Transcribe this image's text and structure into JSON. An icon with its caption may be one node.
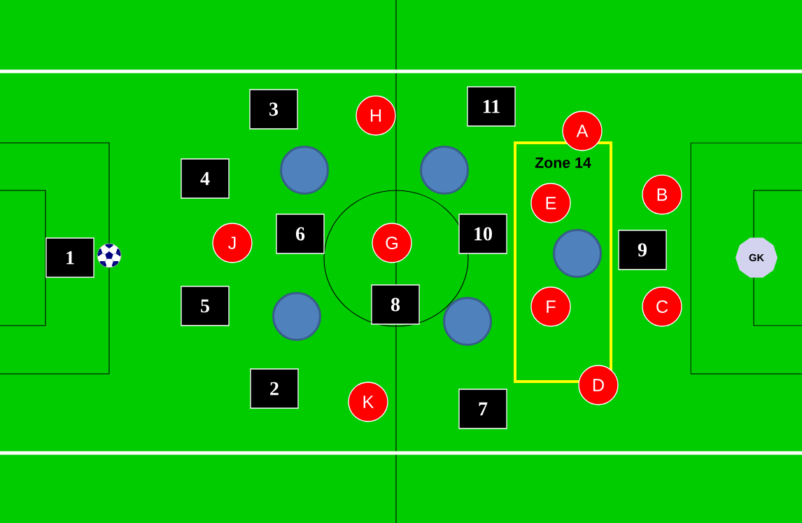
{
  "diagram": {
    "nodes": [
      {
        "text": [
          "3"
        ]
      },
      {
        "text": [
          "11"
        ]
      },
      {
        "text": [
          "H"
        ]
      },
      {
        "text": [
          "A"
        ]
      },
      {
        "text": [
          "Zone 14"
        ]
      },
      {
        "text": [],
        "shape": "circle"
      },
      {
        "text": [],
        "shape": "circle"
      },
      {
        "text": [
          "4"
        ]
      },
      {
        "text": [
          "B"
        ]
      },
      {
        "text": [
          "E"
        ],
        "in": 4
      },
      {
        "text": [
          "6"
        ]
      },
      {
        "text": [
          "10"
        ]
      },
      {
        "text": [
          "J"
        ]
      },
      {
        "text": [
          "G"
        ]
      },
      {
        "text": [
          "9"
        ]
      },
      {
        "text": [],
        "shape": "circle",
        "in": 4
      },
      {
        "text": [
          "1"
        ]
      },
      {
        "text": [
          "GK"
        ]
      },
      {
        "text": [
          "5"
        ]
      },
      {
        "text": [
          "8"
        ]
      },
      {
        "text": [
          "F"
        ],
        "in": 4
      },
      {
        "text": [
          "C"
        ]
      },
      {
        "text": [],
        "shape": "circle"
      },
      {
        "text": [],
        "shape": "circle"
      },
      {
        "text": [
          "D"
        ]
      },
      {
        "text": [
          "2"
        ]
      },
      {
        "text": [
          "K"
        ]
      },
      {
        "text": [
          "7"
        ]
      }
    ]
  }
}
